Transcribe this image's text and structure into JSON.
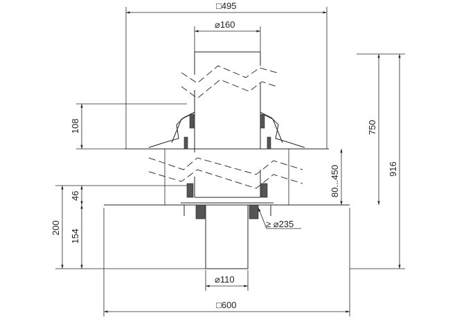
{
  "drawing": {
    "dimensions": {
      "top_square": "□495",
      "pipe_diameter": "⌀160",
      "flange_height": "108",
      "height_750": "750",
      "height_916": "916",
      "adjustable_range": "80...450",
      "base_46": "46",
      "base_200": "200",
      "base_154": "154",
      "hole_diameter": "≥ ⌀235",
      "outlet_diameter": "⌀110",
      "bottom_square": "□600"
    }
  }
}
